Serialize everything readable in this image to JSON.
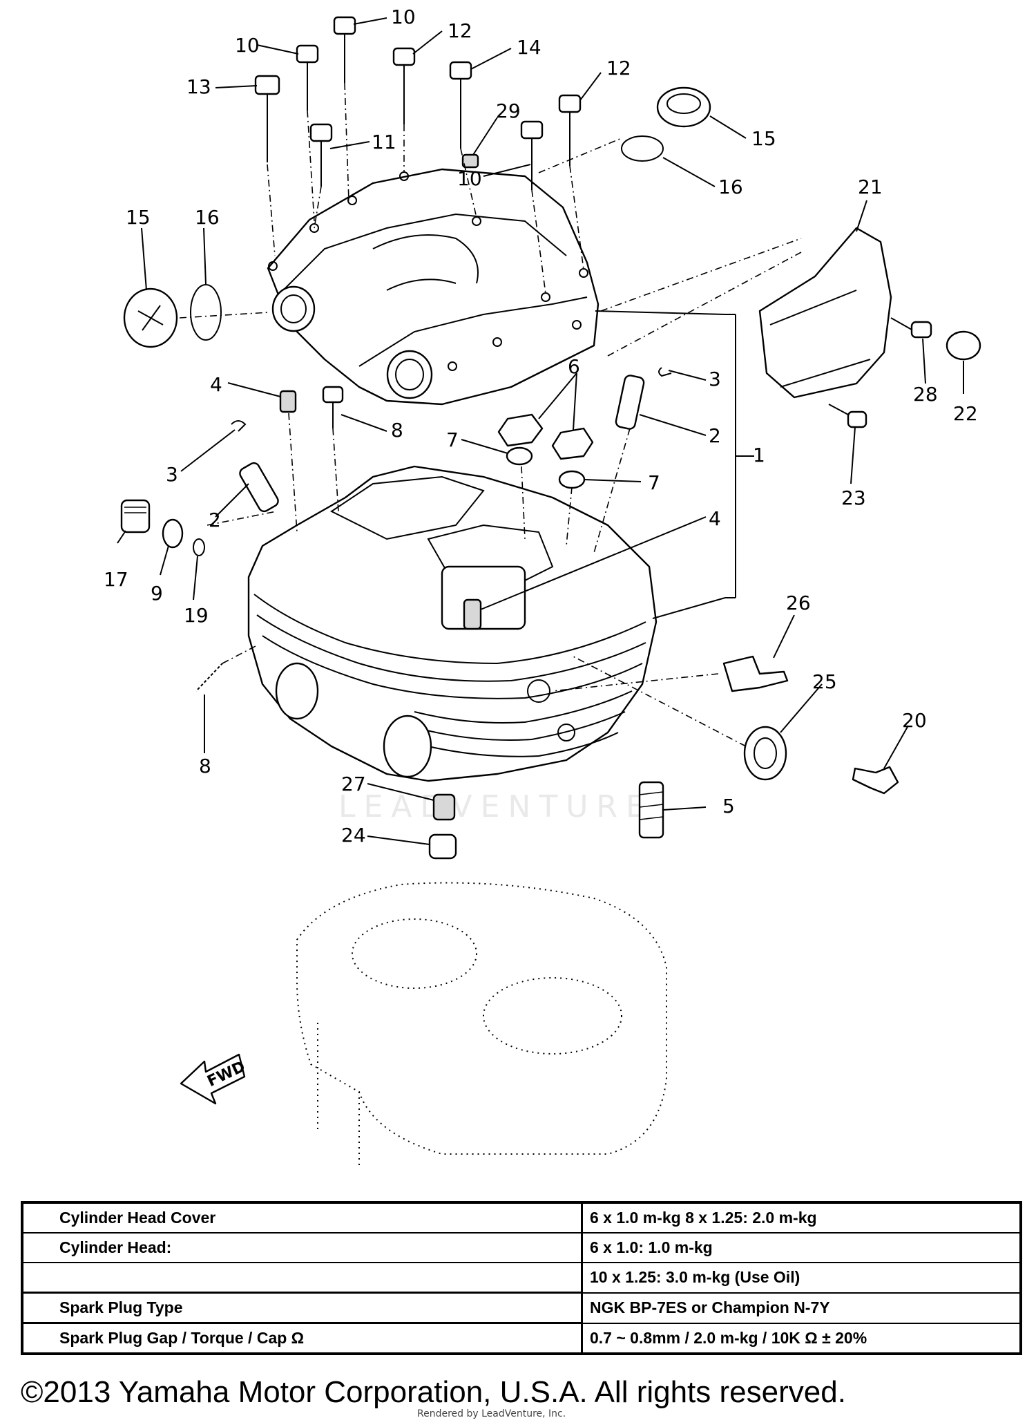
{
  "diagram": {
    "watermark": "LEADVENTURE",
    "fwd_arrow_label": "FWD",
    "callouts": [
      "1",
      "2",
      "2",
      "3",
      "3",
      "4",
      "4",
      "5",
      "6",
      "6",
      "7",
      "7",
      "8",
      "8",
      "9",
      "10",
      "10",
      "10",
      "11",
      "12",
      "12",
      "13",
      "14",
      "15",
      "15",
      "16",
      "16",
      "17",
      "19",
      "20",
      "21",
      "22",
      "23",
      "24",
      "25",
      "26",
      "27",
      "28",
      "29"
    ]
  },
  "spec_table": {
    "rows": [
      {
        "label": "Cylinder Head Cover",
        "value": "6 x 1.0 m-kg   8 x 1.25: 2.0 m-kg"
      },
      {
        "label": "Cylinder Head:",
        "value": "6 x 1.0: 1.0 m-kg"
      },
      {
        "label": "",
        "value": "10 x 1.25: 3.0 m-kg   (Use Oil)"
      },
      {
        "label": "Spark Plug Type",
        "value": "NGK BP-7ES or Champion N-7Y"
      },
      {
        "label": "Spark Plug Gap / Torque / Cap Ω",
        "value": "0.7 ~ 0.8mm / 2.0 m-kg / 10K Ω  ±  20%"
      }
    ]
  },
  "footer": {
    "copyright": "©2013 Yamaha Motor Corporation, U.S.A. All rights reserved.",
    "rendered_by": "Rendered by LeadVenture, Inc."
  }
}
